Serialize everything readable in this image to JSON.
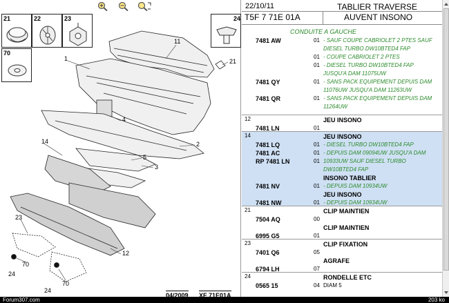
{
  "toolbar": {
    "zoom_in": "zoom-in",
    "zoom_out": "zoom-out",
    "zoom_fit": "zoom-fit"
  },
  "thumbnails": [
    {
      "number": "21"
    },
    {
      "number": "22"
    },
    {
      "number": "23"
    },
    {
      "number": "70"
    },
    {
      "number": "24"
    }
  ],
  "callouts": [
    "1",
    "2",
    "3",
    "4",
    "5",
    "11",
    "12",
    "14",
    "21",
    "23",
    "24",
    "24",
    "70",
    "70"
  ],
  "drawing_footer": {
    "date": "04/2009",
    "ref": "XF 71E01A"
  },
  "header": {
    "date": "22/10/11",
    "ref": "T5F 7 71E 01A",
    "title_line1": "TABLIER TRAVERSE",
    "title_line2": "AUVENT INSONO"
  },
  "condition": "CONDUITE A GAUCHE",
  "blocks": [
    {
      "number": "",
      "selected": false,
      "lines": [
        {
          "code": "7481 AW",
          "qty": "01",
          "desc": "- SAUF COUPE CABRIOLET 2 PTES SAUF",
          "style": "g"
        },
        {
          "code": "",
          "qty": "",
          "desc": "DIESEL TURBO DW10BTED4 FAP",
          "style": "g"
        },
        {
          "code": "",
          "qty": "01",
          "desc": "- COUPE CABRIOLET 2 PTES",
          "style": "g"
        },
        {
          "code": "",
          "qty": "01",
          "desc": "- DIESEL TURBO DW10BTED4 FAP",
          "style": "g"
        },
        {
          "code": "",
          "qty": "",
          "desc": "JUSQU'A DAM 11075UW",
          "style": "g"
        },
        {
          "code": "7481 QY",
          "qty": "01",
          "desc": "- SANS PACK EQUIPEMENT DEPUIS DAM",
          "style": "g"
        },
        {
          "code": "",
          "qty": "",
          "desc": "11076UW JUSQU'A DAM 11263UW",
          "style": "g"
        },
        {
          "code": "7481 QR",
          "qty": "01",
          "desc": "- SANS PACK EQUIPEMENT DEPUIS DAM",
          "style": "g"
        },
        {
          "code": "",
          "qty": "",
          "desc": "11264UW",
          "style": "g"
        }
      ]
    },
    {
      "number": "12",
      "selected": false,
      "lines": [
        {
          "code": "",
          "qty": "",
          "desc": "JEU INSONO",
          "style": "b"
        },
        {
          "code": "7481 LN",
          "qty": "01",
          "desc": "",
          "style": ""
        }
      ]
    },
    {
      "number": "14",
      "selected": true,
      "lines": [
        {
          "code": "",
          "qty": "",
          "desc": "JEU INSONO",
          "style": "b"
        },
        {
          "code": "7481 LQ",
          "qty": "01",
          "desc": "- DIESEL TURBO DW10BTED4 FAP",
          "style": "g"
        },
        {
          "code": "7481 AC",
          "qty": "01",
          "desc": "- DEPUIS DAM 09094UW JUSQU'A DAM",
          "style": "g"
        },
        {
          "code": "RP 7481 LN",
          "qty": "01",
          "desc": "10933UW SAUF DIESEL TURBO",
          "style": "g"
        },
        {
          "code": "",
          "qty": "",
          "desc": "DW10BTED4 FAP",
          "style": "g"
        },
        {
          "code": "",
          "qty": "",
          "desc": "INSONO TABLIER",
          "style": "b"
        },
        {
          "code": "7481 NV",
          "qty": "01",
          "desc": "- DEPUIS DAM 10934UW",
          "style": "g"
        },
        {
          "code": "",
          "qty": "",
          "desc": "JEU INSONO",
          "style": "b"
        },
        {
          "code": "7481 NW",
          "qty": "01",
          "desc": "- DEPUIS DAM 10934UW",
          "style": "g"
        }
      ]
    },
    {
      "number": "21",
      "selected": false,
      "lines": [
        {
          "code": "",
          "qty": "",
          "desc": "CLIP MAINTIEN",
          "style": "b"
        },
        {
          "code": "7504 AQ",
          "qty": "00",
          "desc": "",
          "style": ""
        },
        {
          "code": "",
          "qty": "",
          "desc": "CLIP MAINTIEN",
          "style": "b"
        },
        {
          "code": "6995 G5",
          "qty": "01",
          "desc": "",
          "style": ""
        }
      ]
    },
    {
      "number": "23",
      "selected": false,
      "lines": [
        {
          "code": "",
          "qty": "",
          "desc": "CLIP FIXATION",
          "style": "b"
        },
        {
          "code": "7401 Q6",
          "qty": "05",
          "desc": "",
          "style": ""
        },
        {
          "code": "",
          "qty": "",
          "desc": "AGRAFE",
          "style": "b"
        },
        {
          "code": "6794 LH",
          "qty": "07",
          "desc": "",
          "style": ""
        }
      ]
    },
    {
      "number": "24",
      "selected": false,
      "lines": [
        {
          "code": "",
          "qty": "",
          "desc": "RONDELLE ETC",
          "style": "b"
        },
        {
          "code": "0565 15",
          "qty": "04",
          "desc": "DIAM 5",
          "style": ""
        }
      ]
    }
  ],
  "status": {
    "left": "Forum307.com",
    "right": "203 ko"
  },
  "colors": {
    "accent_green": "#2a8a2a",
    "selection": "#cfe0f4",
    "status_bar": "#000000"
  }
}
